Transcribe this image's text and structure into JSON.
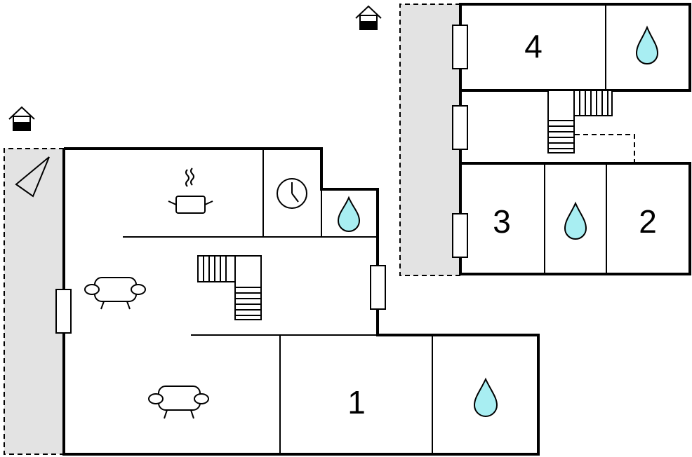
{
  "floorplan": {
    "rooms": {
      "bedroom_1": "1",
      "bedroom_2": "2",
      "bedroom_3": "3",
      "bedroom_4": "4"
    },
    "icons": {
      "entrance": "house-entrance-icon",
      "bathroom": "water-drop-icon",
      "kitchen": "cooking-pot-icon",
      "clock": "clock-icon",
      "sofa": "sofa-icon",
      "stairs": "staircase-icon",
      "terrace": "triangle-icon",
      "window": "window-icon"
    },
    "colors": {
      "walls": "#000000",
      "terrace": "#e3e3e3",
      "water_drop": "#a8eef2",
      "background": "#ffffff"
    }
  }
}
